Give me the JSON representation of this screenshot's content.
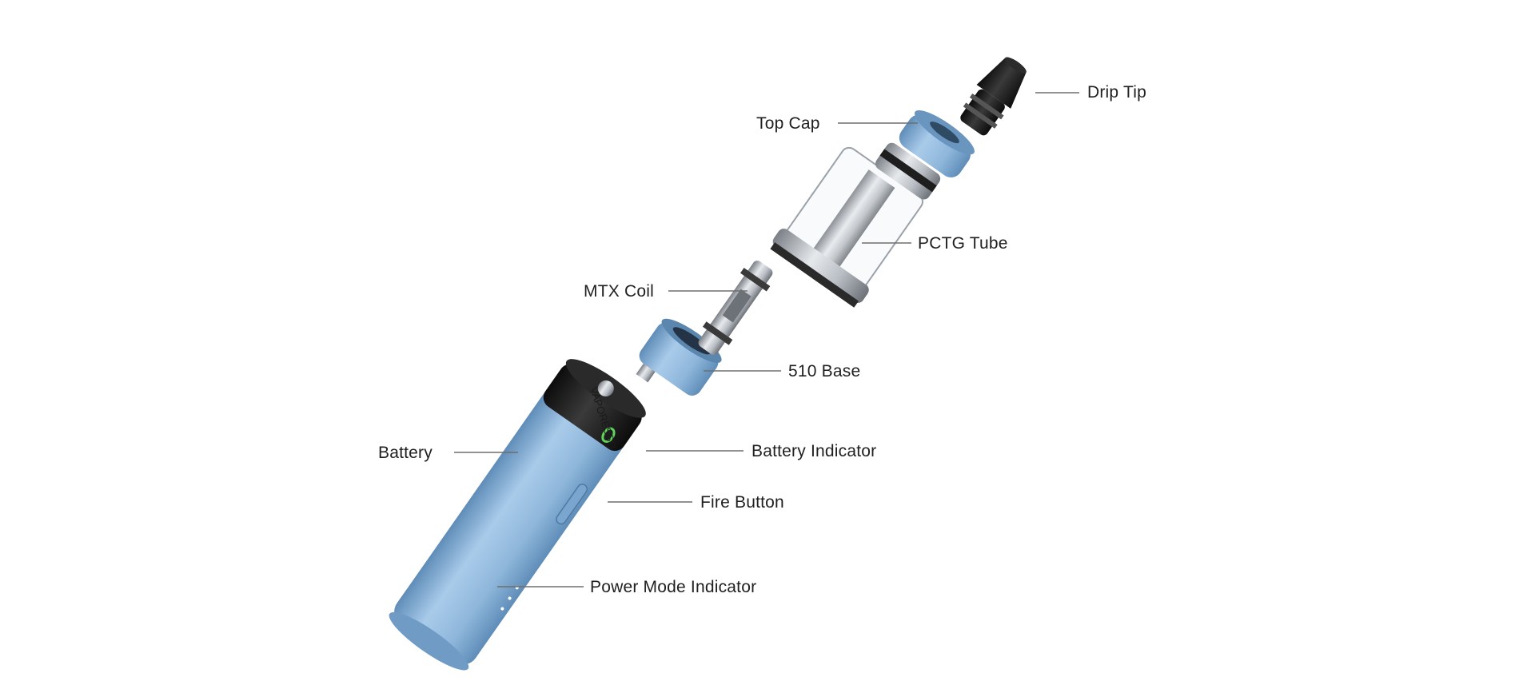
{
  "diagram": {
    "brand_text": "VAPORESSO",
    "components": [
      {
        "id": "drip-tip",
        "label": "Drip Tip"
      },
      {
        "id": "top-cap",
        "label": "Top Cap"
      },
      {
        "id": "pctg-tube",
        "label": "PCTG Tube"
      },
      {
        "id": "mtx-coil",
        "label": "MTX Coil"
      },
      {
        "id": "510-base",
        "label": "510 Base"
      },
      {
        "id": "battery",
        "label": "Battery"
      },
      {
        "id": "battery-indicator",
        "label": "Battery Indicator"
      },
      {
        "id": "fire-button",
        "label": "Fire Button"
      },
      {
        "id": "power-mode-indicator",
        "label": "Power Mode Indicator"
      }
    ],
    "colors": {
      "body_blue": "#8fb7db",
      "body_blue_dark": "#5f8db8",
      "black_part": "#1c1c1c",
      "steel": "#b9bec4",
      "indicator_green": "#5fd35a",
      "leader_line": "#6e6e6e",
      "label_text": "#1f1f1f"
    }
  }
}
